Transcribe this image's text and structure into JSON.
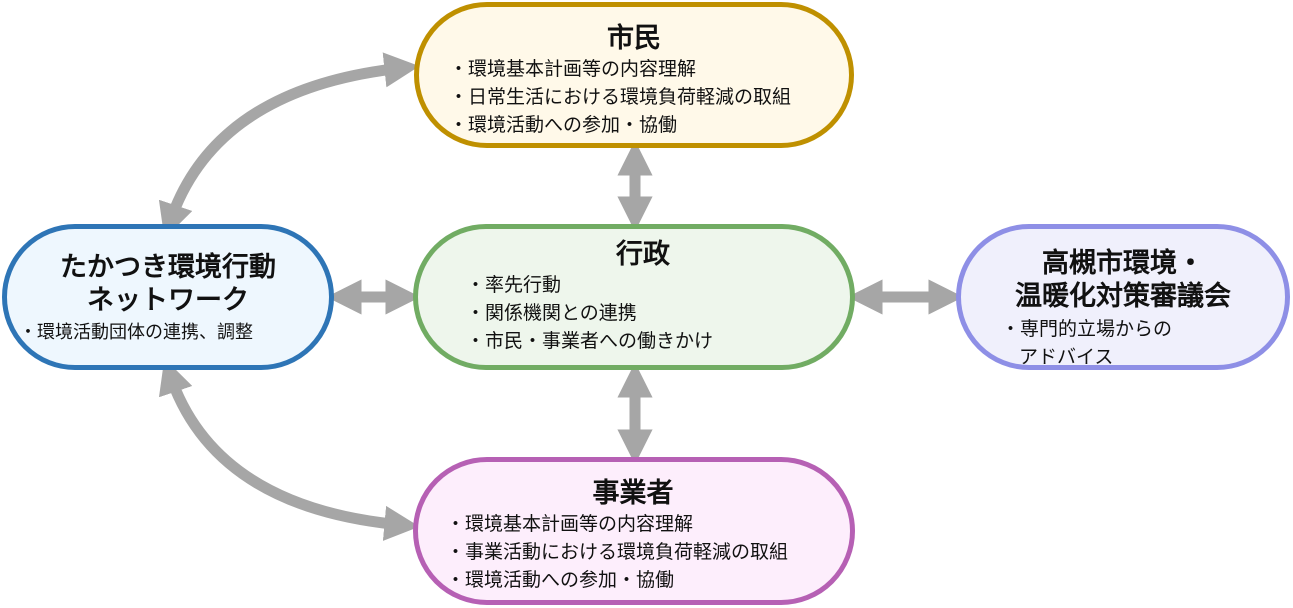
{
  "nodes": {
    "shimin": {
      "title": "市民",
      "items": [
        "・環境基本計画等の内容理解",
        "・日常生活における環境負荷軽減の取組",
        "・環境活動への参加・協働"
      ]
    },
    "gyosei": {
      "title": "行政",
      "items": [
        "・率先行動",
        "・関係機関との連携",
        "・市民・事業者への働きかけ"
      ]
    },
    "jigyosha": {
      "title": "事業者",
      "items": [
        "・環境基本計画等の内容理解",
        "・事業活動における環境負荷軽減の取組",
        "・環境活動への参加・協働"
      ]
    },
    "network": {
      "title": "たかつき環境行動\nネットワーク",
      "items": [
        "・環境活動団体の連携、調整"
      ]
    },
    "shingikai": {
      "title": "高槻市環境・\n温暖化対策審議会",
      "items": [
        "・専門的立場からの",
        "アドバイス"
      ]
    }
  },
  "colors": {
    "shimin_border": "#bf9000",
    "gyosei_border": "#71ac63",
    "jigyosha_border": "#b660b4",
    "network_border": "#2e75b6",
    "shingikai_border": "#8e8fe6",
    "arrow": "#a6a6a6"
  }
}
